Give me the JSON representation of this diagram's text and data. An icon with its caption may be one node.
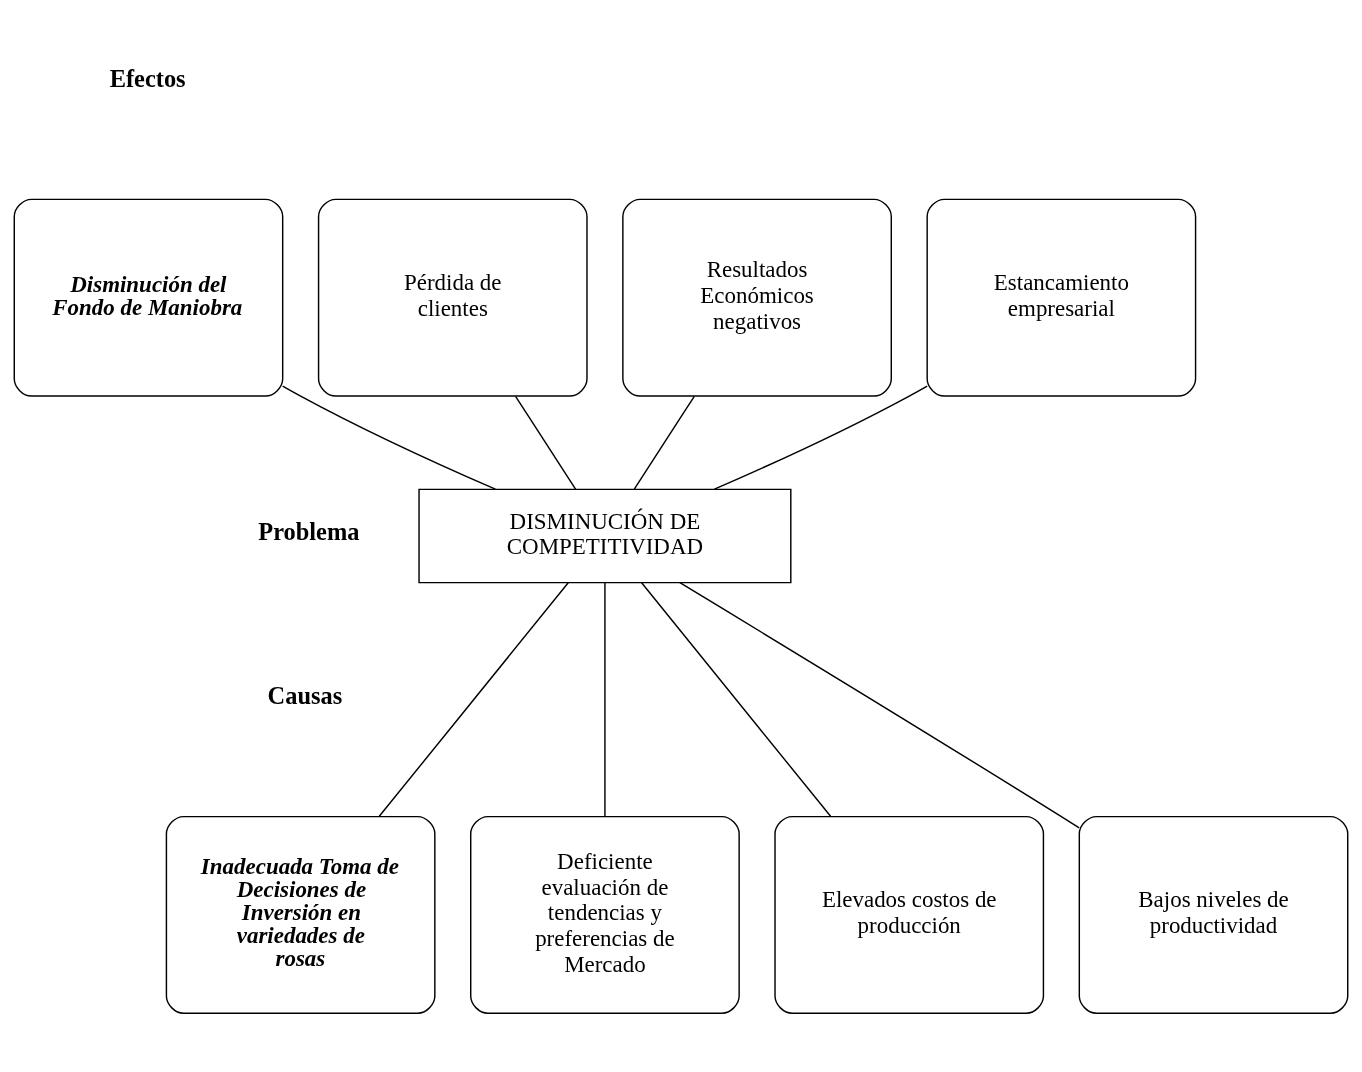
{
  "diagram": {
    "nodes": [
      {
        "text": [
          "Disminución del Fondo de Maniobra"
        ]
      },
      {
        "text": [
          "Pérdida de clientes"
        ]
      },
      {
        "text": [
          "Resultados Económicos negativos"
        ]
      },
      {
        "text": [
          "Estancamiento empresarial"
        ]
      },
      {
        "text": [
          "DISMINUCIÓN DE COMPETITIVIDAD"
        ]
      },
      {
        "text": [
          "Inadecuada Toma de Decisiones de Inversión en variedades de rosas"
        ]
      },
      {
        "text": [
          "Deficiente evaluación de tendencias y preferencias de Mercado"
        ]
      },
      {
        "text": [
          "Elevados costos de producción"
        ]
      },
      {
        "text": [
          "Bajos niveles de productividad"
        ]
      }
    ],
    "edges": [
      {
        "from": 0,
        "to": 4,
        "arrow": "none"
      },
      {
        "from": 1,
        "to": 4,
        "arrow": "none"
      },
      {
        "from": 2,
        "to": 4,
        "arrow": "none"
      },
      {
        "from": 3,
        "to": 4,
        "arrow": "none"
      },
      {
        "from": 4,
        "to": 5,
        "arrow": "none"
      },
      {
        "from": 4,
        "to": 6,
        "arrow": "none"
      },
      {
        "from": 4,
        "to": 7,
        "arrow": "none"
      },
      {
        "from": 4,
        "to": 8,
        "arrow": "none"
      }
    ],
    "labels": [
      "Efectos",
      "Problema",
      "Causas"
    ]
  }
}
